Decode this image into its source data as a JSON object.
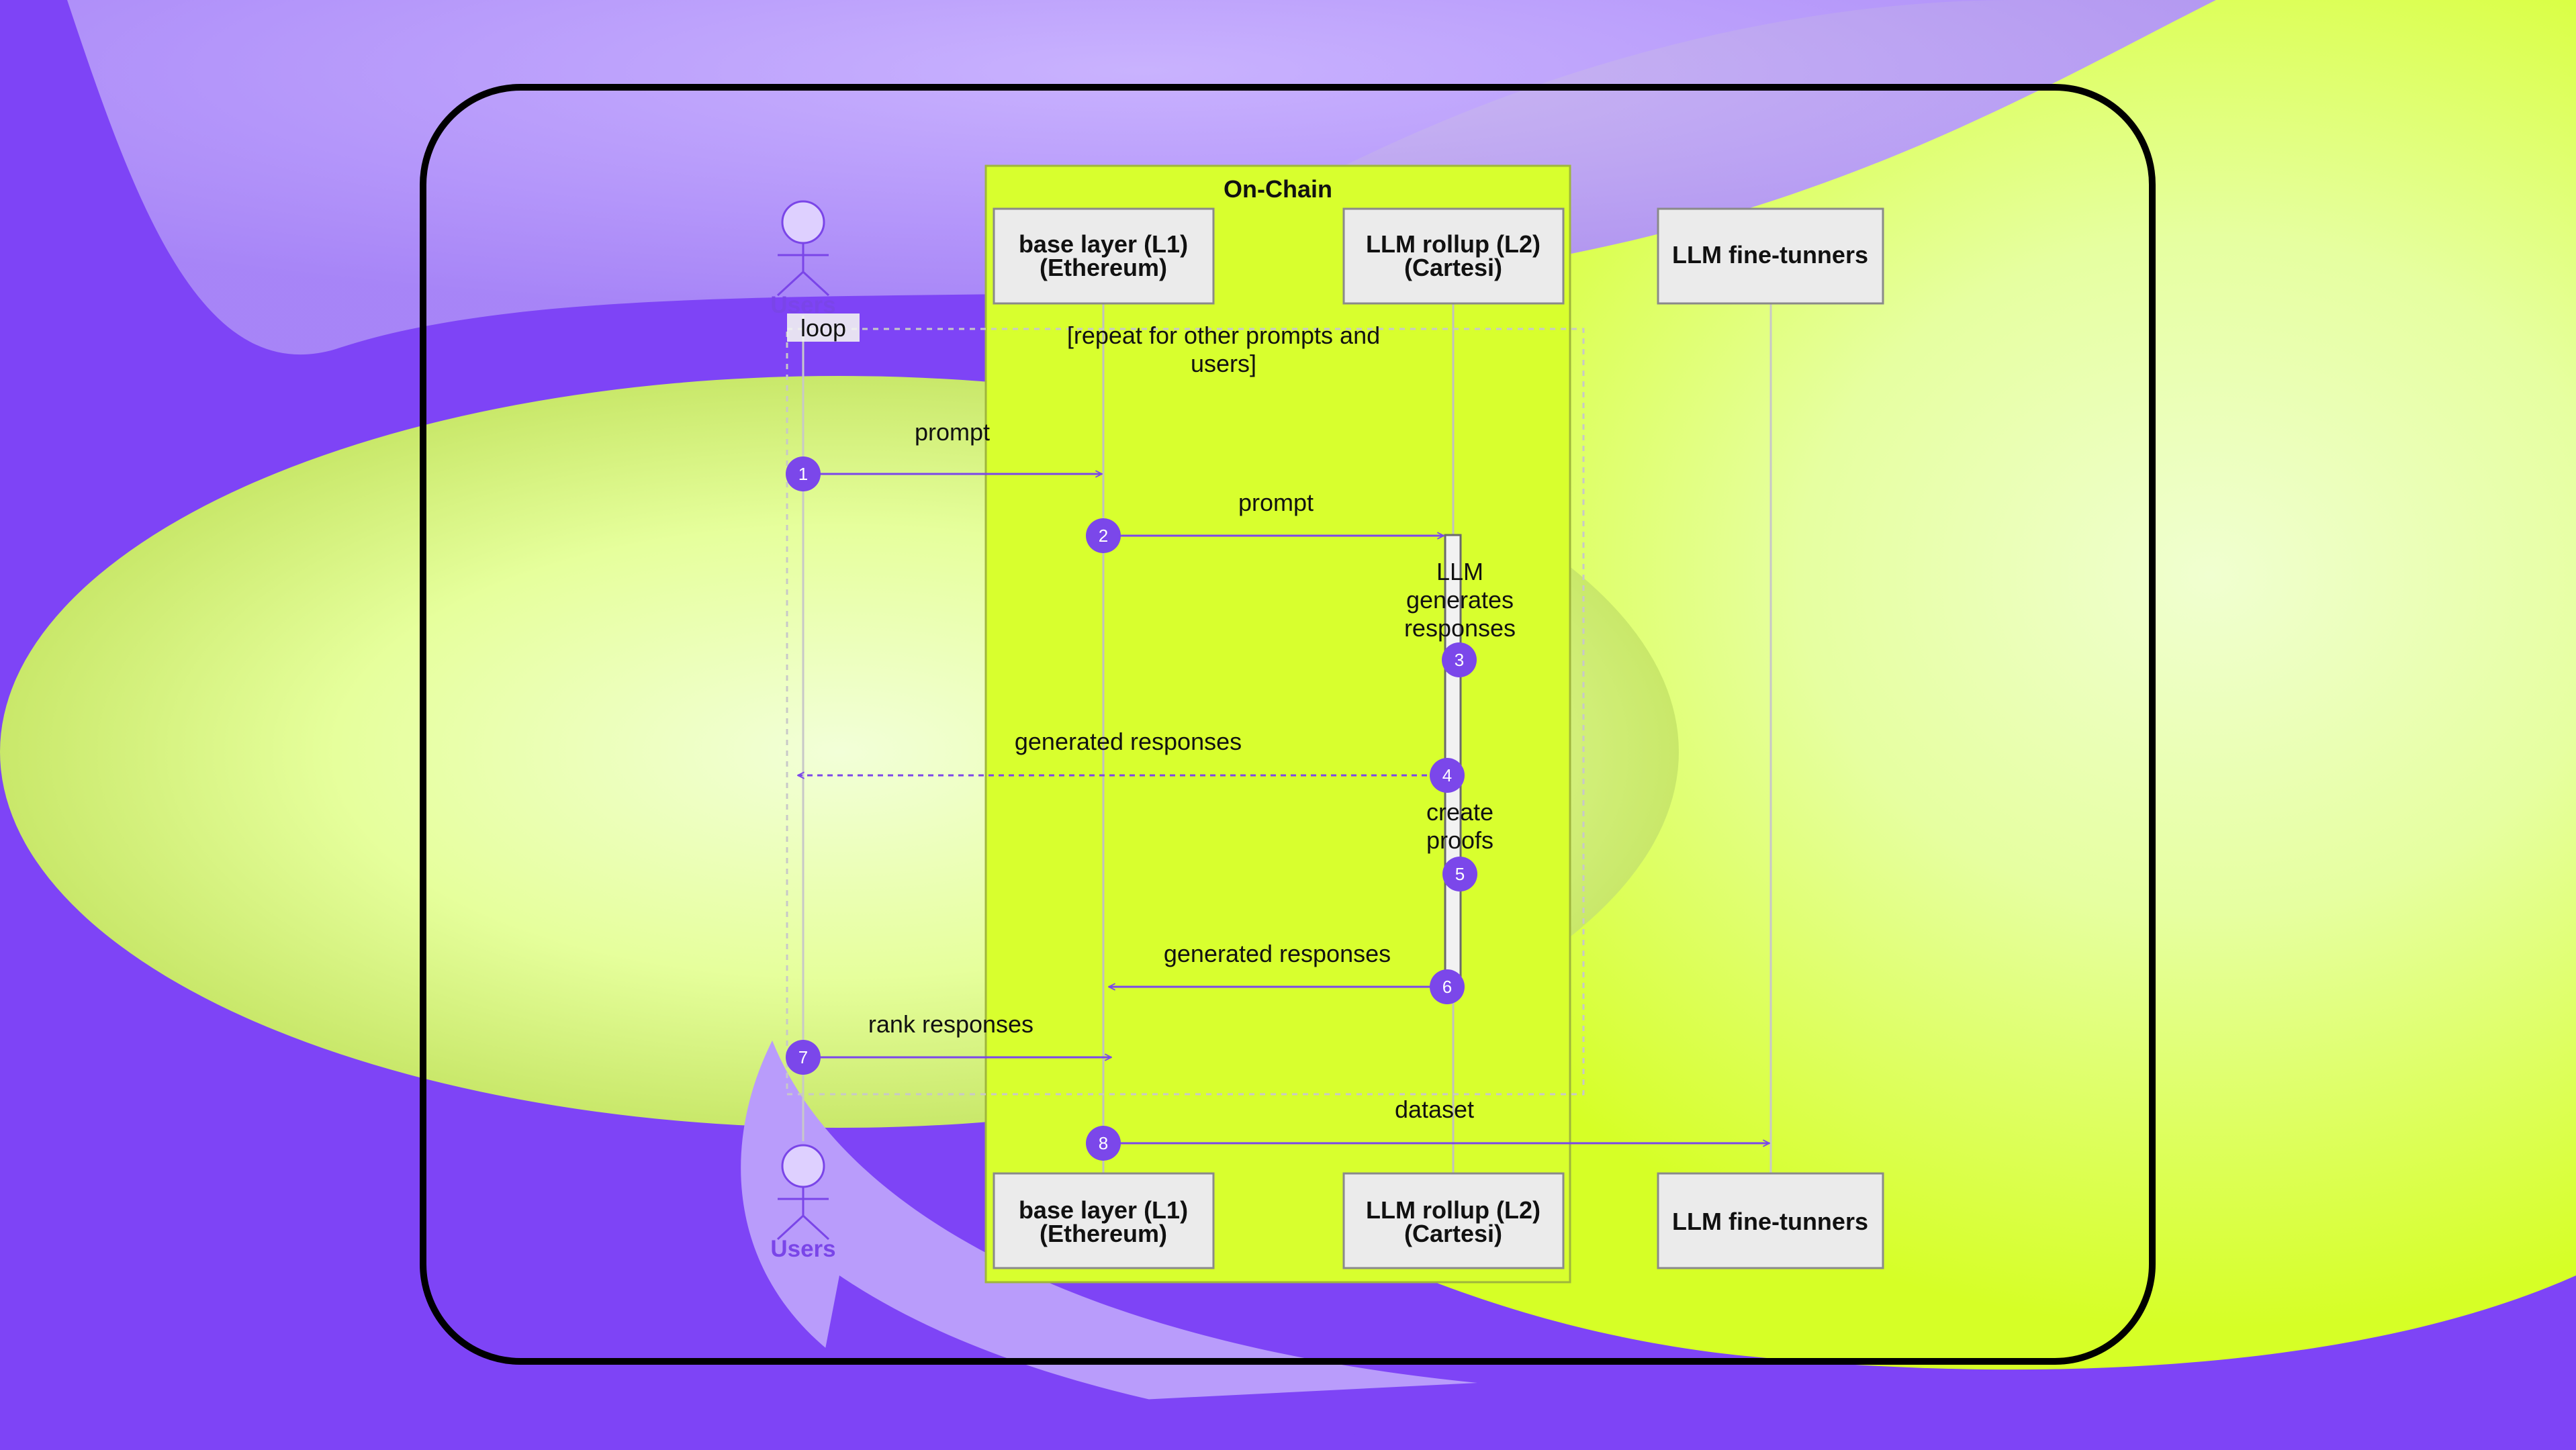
{
  "colors": {
    "accent_purple": "#7b47ea",
    "onchain_fill": "#d8ff2e",
    "participant_fill": "#ebebeb",
    "background_purple": "#7e44f6",
    "background_lime": "#d9ff2a"
  },
  "diagram": {
    "group_title": "On-Chain",
    "participants": {
      "users": "Users",
      "l1_line1": "base layer (L1)",
      "l1_line2": "(Ethereum)",
      "l2_line1": "LLM rollup (L2)",
      "l2_line2": "(Cartesi)",
      "finetuners": "LLM fine-tunners"
    },
    "loop": {
      "label": "loop",
      "condition_line1": "[repeat for other prompts and",
      "condition_line2": "users]"
    },
    "messages": {
      "m1": "prompt",
      "m2": "prompt",
      "m3_line1": "LLM",
      "m3_line2": "generates",
      "m3_line3": "responses",
      "m4": "generated responses",
      "m5_line1": "create",
      "m5_line2": "proofs",
      "m6": "generated responses",
      "m7": "rank responses",
      "m8": "dataset"
    },
    "step_numbers": [
      "1",
      "2",
      "3",
      "4",
      "5",
      "6",
      "7",
      "8"
    ]
  }
}
